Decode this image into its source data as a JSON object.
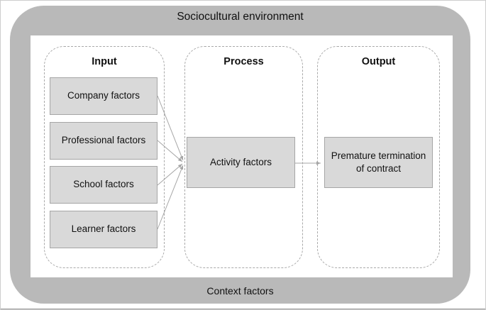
{
  "diagram": {
    "title": "Sociocultural environment",
    "footer": "Context factors",
    "panels": [
      {
        "label": "Input",
        "boxes": [
          "Company factors",
          "Professional factors",
          "School factors",
          "Learner factors"
        ]
      },
      {
        "label": "Process",
        "boxes": [
          "Activity factors"
        ]
      },
      {
        "label": "Output",
        "boxes": [
          "Premature termination of contract"
        ]
      }
    ],
    "colors": {
      "frame_gray": "#b9b9b9",
      "box_fill": "#d9d9d9",
      "box_border": "#a6a6a6",
      "dashed_border": "#a9a9a9",
      "arrow": "#a6a6a6",
      "text": "#111111"
    }
  }
}
